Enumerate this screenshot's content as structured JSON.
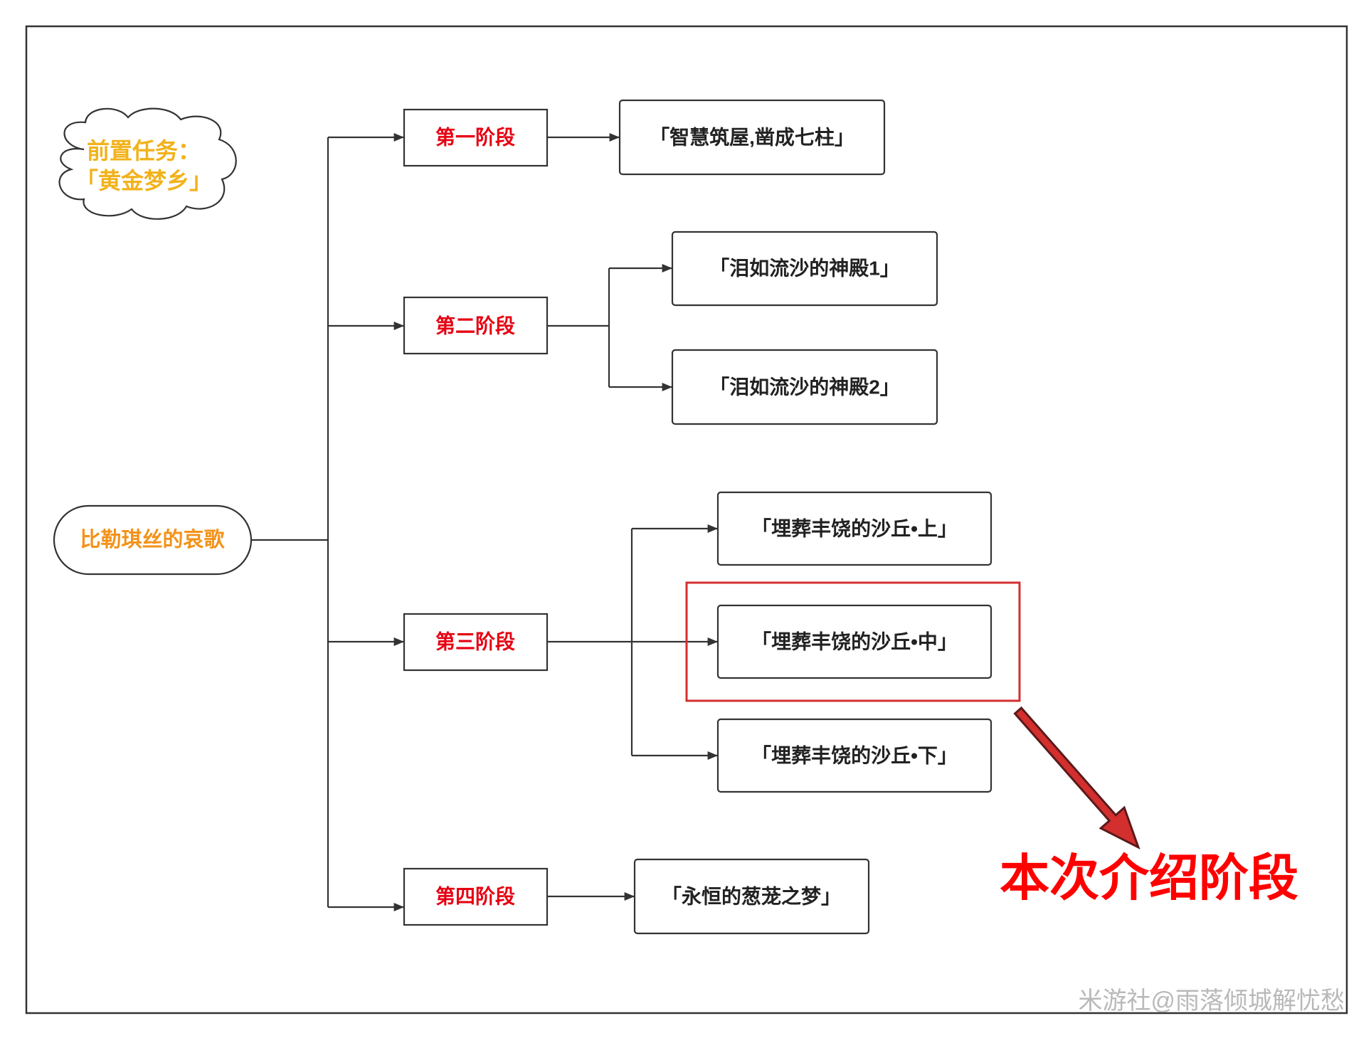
{
  "prerequisite": {
    "line1": "前置任务：",
    "line2": "「黄金梦乡」"
  },
  "root": {
    "label": "比勒琪丝的哀歌"
  },
  "stages": [
    {
      "label": "第一阶段",
      "tasks": [
        "「智慧筑屋,凿成七柱」"
      ]
    },
    {
      "label": "第二阶段",
      "tasks": [
        "「泪如流沙的神殿1」",
        "「泪如流沙的神殿2」"
      ]
    },
    {
      "label": "第三阶段",
      "tasks": [
        "「埋葬丰饶的沙丘•上」",
        "「埋葬丰饶的沙丘•中」",
        "「埋葬丰饶的沙丘•下」"
      ]
    },
    {
      "label": "第四阶段",
      "tasks": [
        "「永恒的葱茏之梦」"
      ]
    }
  ],
  "callout": {
    "label": "本次介绍阶段"
  },
  "watermark": "米游社@雨落倾城解忧愁",
  "colors": {
    "prerequisite_text": "#f2b21b",
    "root_text": "#f39219",
    "stage_text": "#e60012",
    "callout_text": "#ff0000",
    "highlight_frame": "#d32f2f",
    "callout_arrow": "#d32f2f"
  }
}
